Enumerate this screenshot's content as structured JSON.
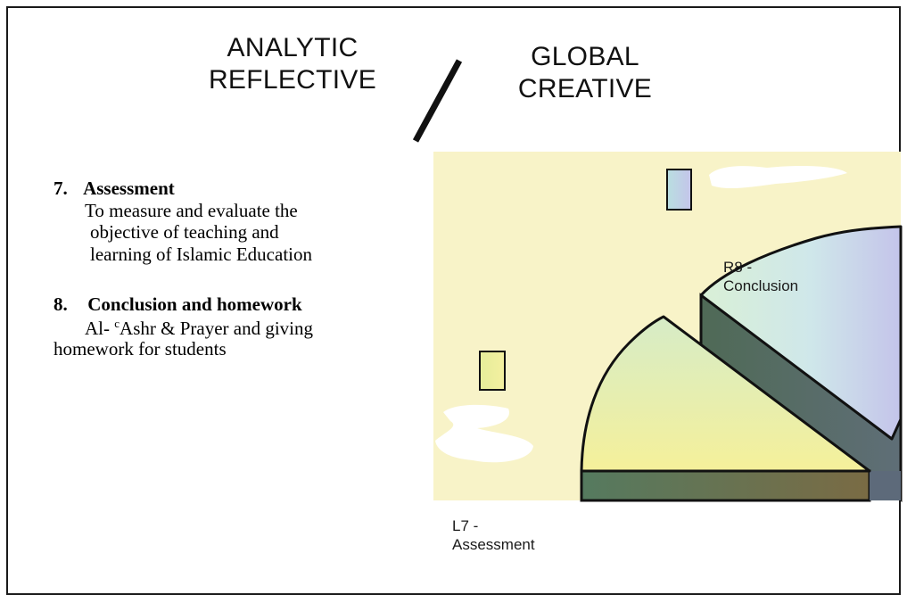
{
  "headings": {
    "left_line1": "ANALYTIC",
    "left_line2": "REFLECTIVE",
    "right_line1": "GLOBAL",
    "right_line2": "CREATIVE"
  },
  "items": [
    {
      "number": "7.",
      "title": "Assessment",
      "lines": [
        "To measure and evaluate the",
        "objective of teaching and",
        "learning of Islamic Education"
      ]
    },
    {
      "number": "8.",
      "title": "Conclusion and homework",
      "line1_prefix": "Al- ",
      "line1_sup": "c",
      "line1_rest": "Ashr & Prayer and giving",
      "line2": "homework for students"
    }
  ],
  "chart_data": {
    "type": "pie",
    "style": "3d-exploded",
    "labels": [
      "R8 - Conclusion",
      "L7 - Assessment"
    ],
    "label_lines": {
      "r8": [
        "R8 -",
        "Conclusion"
      ],
      "l7": [
        "L7 -",
        "Assessment"
      ]
    },
    "colors": {
      "background": "#f8f3c8",
      "r8_face": "#c9c9e8",
      "l7_face": "#f2ee9e",
      "side": "#4d5f52"
    }
  }
}
